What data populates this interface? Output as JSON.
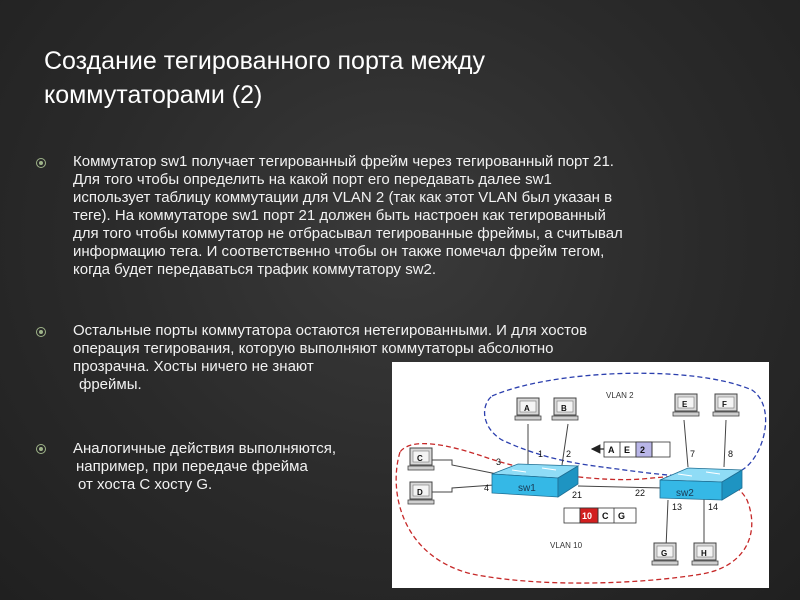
{
  "slide": {
    "title_line1": "Создание тегированного порта между",
    "title_line2": "коммутаторами (2)",
    "bullets": [
      {
        "lines": [
          "Коммутатор sw1 получает тегированный фрейм через тегированный порт 21.",
          "Для того чтобы определить на какой порт его передавать далее sw1",
          "использует таблицу коммутации для VLAN 2 (так как этот VLAN был указан в",
          "теге). На коммутаторе sw1 порт 21 должен быть настроен как тегированный",
          "для того чтобы коммутатор не отбрасывал тегированные фреймы, а считывал",
          "информацию тега. И соответственно чтобы он также помечал фрейм тегом,",
          "когда будет передаваться трафик коммутатору sw2."
        ]
      },
      {
        "lines": [
          "Остальные порты коммутатора остаются нетегированными. И для хостов",
          "операция тегирования, которую выполняют коммутаторы абсолютно",
          "прозрачна. Хосты ничего не знают",
          "фреймы."
        ]
      },
      {
        "lines": [
          "Аналогичные действия выполняются,",
          "например, при передаче фрейма",
          "от хоста C хосту G."
        ]
      }
    ]
  },
  "diagram": {
    "vlan2_label": "VLAN 2",
    "vlan10_label": "VLAN 10",
    "switch1_label": "sw1",
    "switch2_label": "sw2",
    "hosts": {
      "a": "A",
      "b": "B",
      "c": "C",
      "d": "D",
      "e": "E",
      "f": "F",
      "g": "G",
      "h": "H"
    },
    "ports": {
      "p1": "1",
      "p2": "2",
      "p3": "3",
      "p4": "4",
      "p7": "7",
      "p8": "8",
      "p13": "13",
      "p14": "14",
      "p21": "21",
      "p22": "22"
    },
    "frame_top": {
      "f1": "A",
      "f2": "E",
      "f3": "2"
    },
    "frame_bottom": {
      "f1": "10",
      "f2": "C",
      "f3": "G"
    },
    "colors": {
      "vlan2": "#2b3fae",
      "vlan10": "#c62828",
      "switch": "#35b8e6",
      "tag_vlan2": "#b9b6e8",
      "tag_vlan10": "#d21f1f"
    }
  }
}
